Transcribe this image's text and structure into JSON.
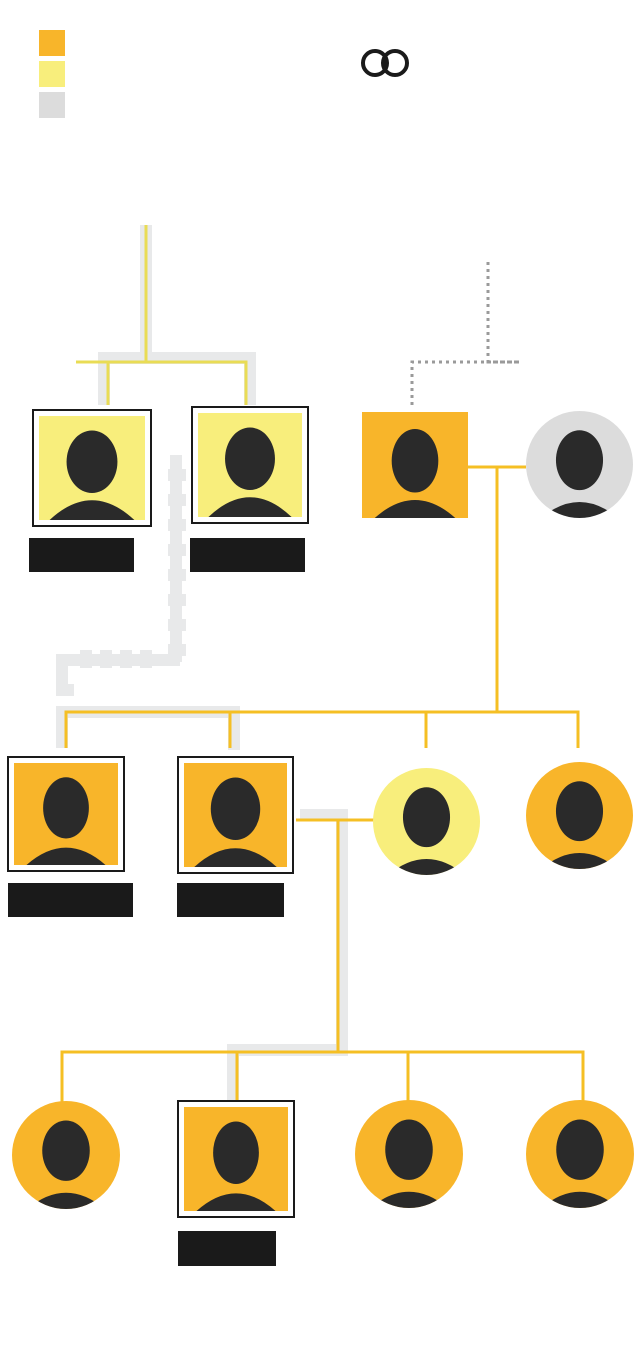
{
  "colors": {
    "reigning": "#f8b52a",
    "regent": "#f8ee7c",
    "other": "#dcdcdc",
    "line_gold": "#f5bf24",
    "line_pale": "#e9dc55",
    "line_grey": "#e8e9ea",
    "frame": "#1a1a1a",
    "dotted": "#9a9a9a"
  },
  "legend": {
    "items": [
      {
        "color": "#f8b52a",
        "label": ""
      },
      {
        "color": "#f8ee7c",
        "label": ""
      },
      {
        "color": "#dcdcdc",
        "label": ""
      }
    ],
    "marriage_icon": "interlocking-rings-icon",
    "marriage_label": ""
  },
  "people": {
    "gen1_left": {
      "label": "",
      "tone": "regent",
      "shape": "square"
    },
    "gen1_right": {
      "label": "",
      "tone": "regent",
      "shape": "square"
    },
    "gen1_prince": {
      "label": "",
      "tone": "reigning",
      "shape": "square"
    },
    "gen1_wife": {
      "label": "",
      "tone": "other",
      "shape": "circle"
    },
    "gen2_king_a": {
      "label": "",
      "tone": "reigning",
      "shape": "square"
    },
    "gen2_king_b": {
      "label": "",
      "tone": "reigning",
      "shape": "square"
    },
    "gen2_queen": {
      "label": "",
      "tone": "regent",
      "shape": "circle"
    },
    "gen2_sister": {
      "label": "",
      "tone": "reigning",
      "shape": "circle"
    },
    "gen3_daughter_a": {
      "label": "",
      "tone": "reigning",
      "shape": "circle"
    },
    "gen3_king": {
      "label": "",
      "tone": "reigning",
      "shape": "square"
    },
    "gen3_daughter_b": {
      "label": "",
      "tone": "reigning",
      "shape": "circle"
    },
    "gen3_daughter_c": {
      "label": "",
      "tone": "reigning",
      "shape": "circle"
    }
  }
}
